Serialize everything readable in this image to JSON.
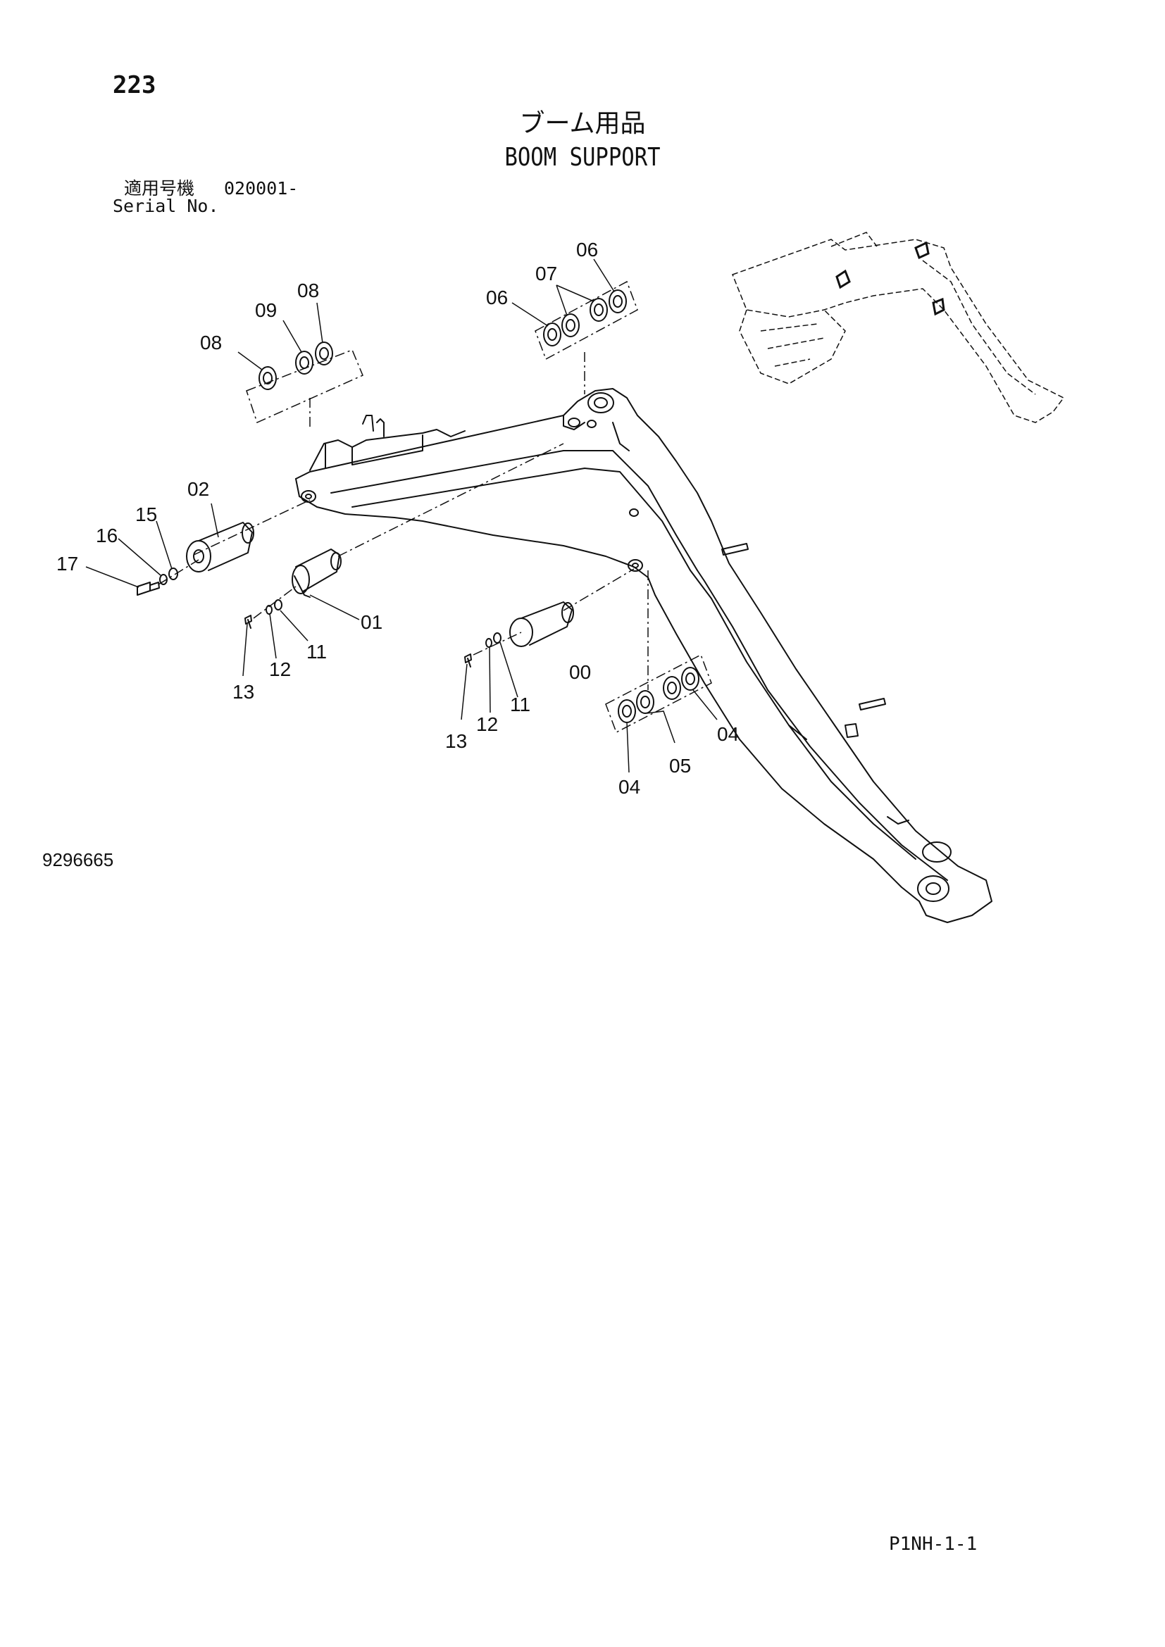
{
  "header": {
    "page_number": "223",
    "title_jp": "ブーム用品",
    "title_en": "BOOM SUPPORT",
    "serial_label_jp": "適用号機",
    "serial_range": "020001-",
    "serial_label_en": "Serial No."
  },
  "footer": {
    "drawing_number": "9296665",
    "sheet_code": "P1NH-1-1"
  },
  "callouts": [
    "00",
    "01",
    "02",
    "04",
    "04",
    "05",
    "06",
    "06",
    "07",
    "08",
    "08",
    "09",
    "11",
    "11",
    "12",
    "12",
    "13",
    "13",
    "15",
    "16",
    "17"
  ]
}
